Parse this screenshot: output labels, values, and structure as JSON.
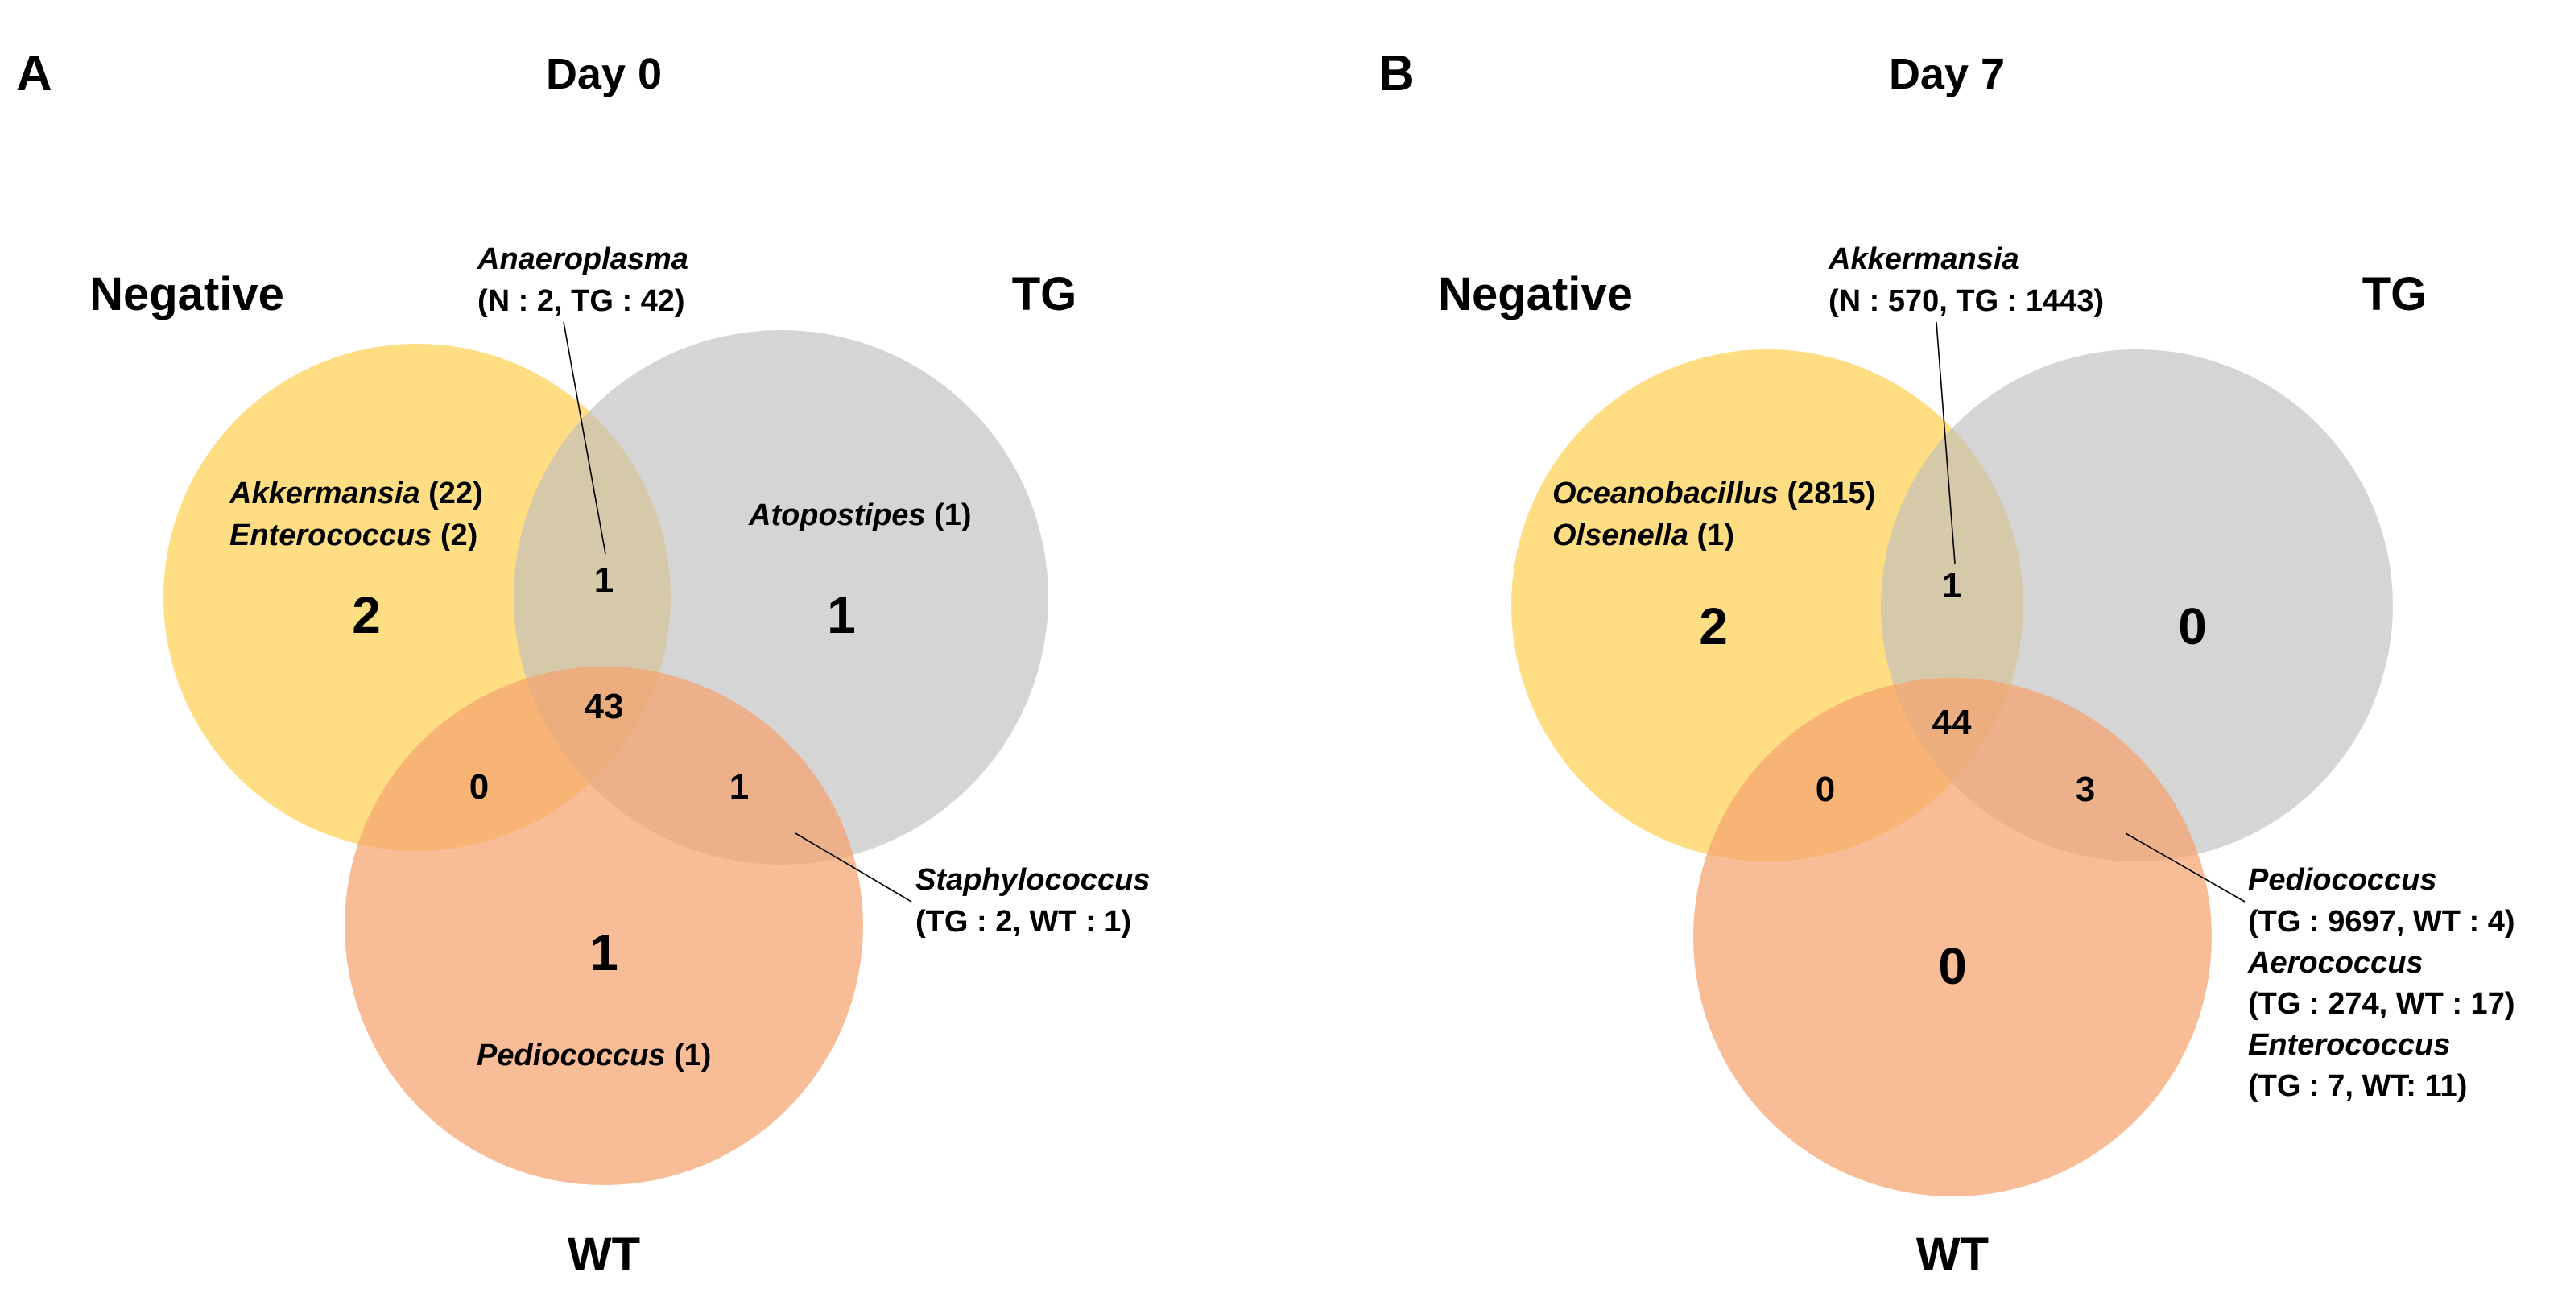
{
  "colors": {
    "negative": "#FDD15A",
    "tg": "#BFBFBF",
    "wt": "#F5A46F"
  },
  "panel_a": {
    "letter": "A",
    "title": "Day 0",
    "sets": {
      "negative": "Negative",
      "tg": "TG",
      "wt": "WT"
    },
    "counts": {
      "negative_only": "2",
      "tg_only": "1",
      "wt_only": "1",
      "negative_tg": "1",
      "negative_wt": "0",
      "tg_wt": "1",
      "all": "43"
    },
    "negative_only_genera": [
      {
        "name": "Akkermansia",
        "count": " (22)"
      },
      {
        "name": "Enterococcus",
        "count": " (2)"
      }
    ],
    "tg_only_genera": [
      {
        "name": "Atopostipes",
        "count": " (1)"
      }
    ],
    "wt_only_genera": [
      {
        "name": "Pediococcus",
        "count": " (1)"
      }
    ],
    "negative_tg_callout": [
      {
        "name": "Anaeroplasma",
        "detail": "(N : 2, TG : 42)"
      }
    ],
    "tg_wt_callout": [
      {
        "name": "Staphylococcus",
        "detail": "(TG : 2, WT : 1)"
      }
    ]
  },
  "panel_b": {
    "letter": "B",
    "title": "Day 7",
    "sets": {
      "negative": "Negative",
      "tg": "TG",
      "wt": "WT"
    },
    "counts": {
      "negative_only": "2",
      "tg_only": "0",
      "wt_only": "0",
      "negative_tg": "1",
      "negative_wt": "0",
      "tg_wt": "3",
      "all": "44"
    },
    "negative_only_genera": [
      {
        "name": "Oceanobacillus",
        "count": " (2815)"
      },
      {
        "name": "Olsenella",
        "count": " (1)"
      }
    ],
    "negative_tg_callout": [
      {
        "name": "Akkermansia",
        "detail": "(N : 570, TG : 1443)"
      }
    ],
    "tg_wt_callout": [
      {
        "name": "Pediococcus",
        "detail": "(TG : 9697, WT : 4)"
      },
      {
        "name": "Aerococcus",
        "detail": "(TG : 274, WT : 17)"
      },
      {
        "name": "Enterococcus",
        "detail": "(TG : 7, WT: 11)"
      }
    ]
  }
}
